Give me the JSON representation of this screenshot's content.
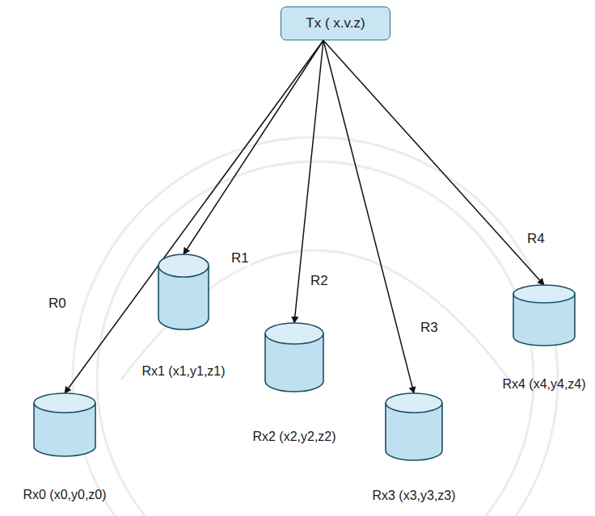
{
  "diagram": {
    "nodes": [
      {
        "text": [
          "Tx ( x.v.z)"
        ]
      },
      {
        "text": [
          "Rx0 (x0,y0,z0)"
        ]
      },
      {
        "text": [
          "Rx1 (x1,y1,z1)"
        ]
      },
      {
        "text": [
          "Rx2 (x2,y2,z2)"
        ]
      },
      {
        "text": [
          "Rx3 (x3,y3,z3)"
        ]
      },
      {
        "text": [
          "Rx4 (x4,y4,z4)"
        ]
      }
    ],
    "edges": [
      {
        "from": 0,
        "to": 1,
        "arrow": "to",
        "label": "R0"
      },
      {
        "from": 0,
        "to": 2,
        "arrow": "to",
        "label": "R1"
      },
      {
        "from": 0,
        "to": 3,
        "arrow": "to",
        "label": "R2"
      },
      {
        "from": 0,
        "to": 4,
        "arrow": "to",
        "label": "R3"
      },
      {
        "from": 0,
        "to": 5,
        "arrow": "to",
        "label": "R4"
      }
    ]
  }
}
